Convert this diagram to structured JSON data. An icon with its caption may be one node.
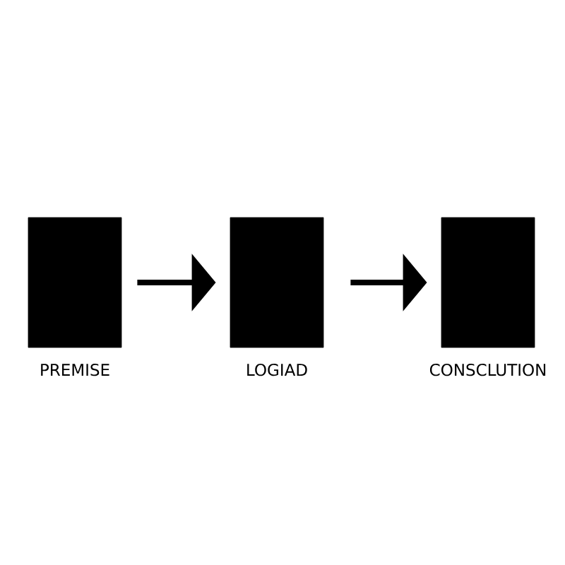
{
  "diagram": {
    "nodes": [
      {
        "text": [
          "PREMISE"
        ]
      },
      {
        "text": [
          "LOGIAD"
        ]
      },
      {
        "text": [
          "CONSCLUTION"
        ]
      }
    ],
    "edges": [
      {
        "from": 0,
        "to": 1,
        "arrow": "to"
      },
      {
        "from": 1,
        "to": 2,
        "arrow": "to"
      }
    ]
  }
}
